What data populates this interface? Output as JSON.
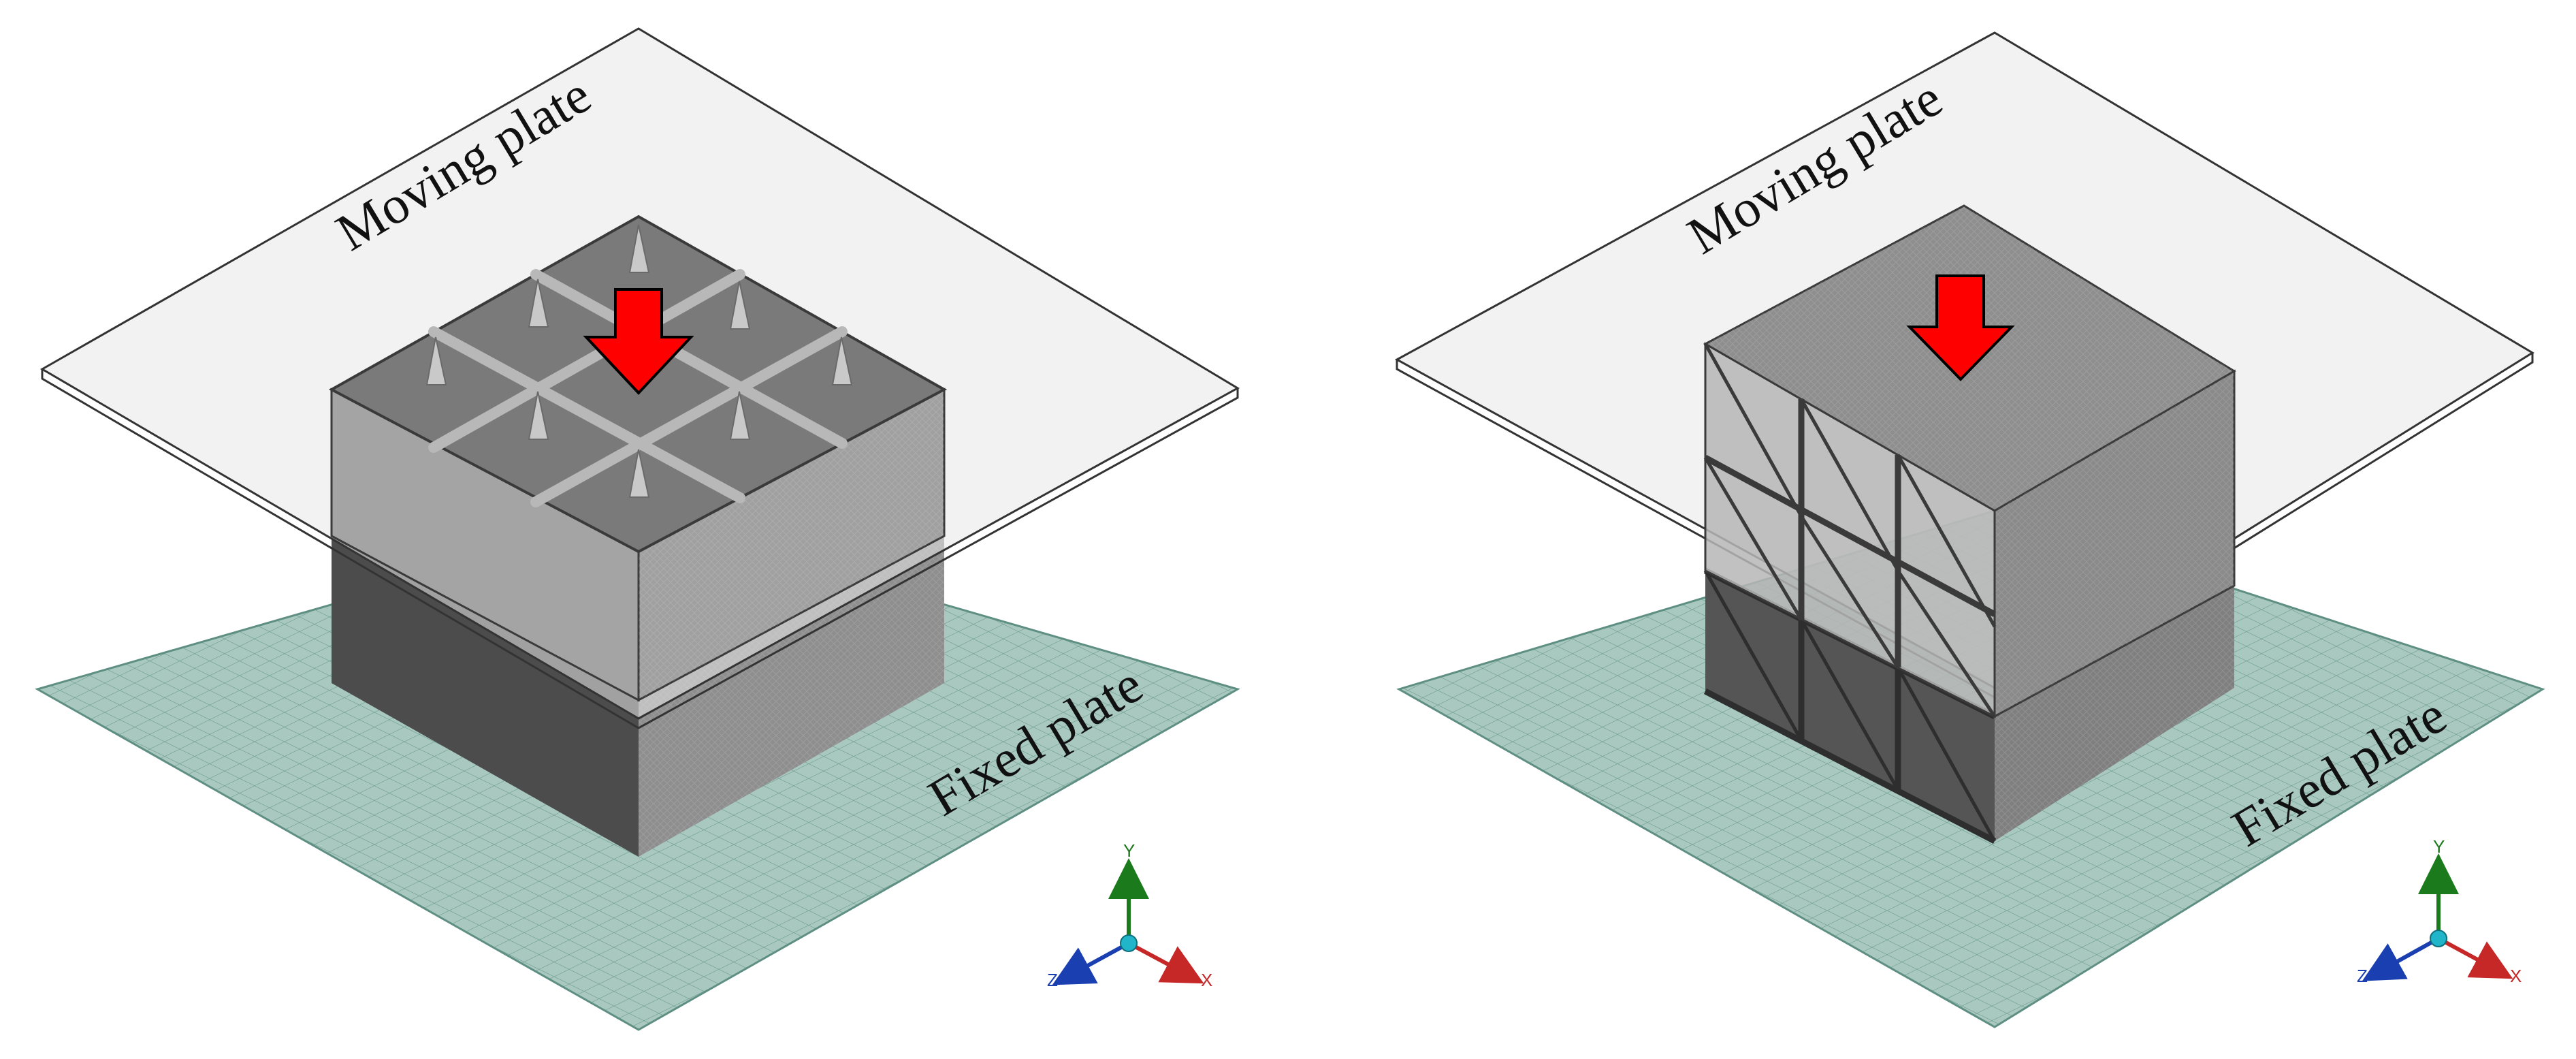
{
  "panels": [
    {
      "id": "left",
      "moving_plate_label": "Moving plate",
      "fixed_plate_label": "Fixed plate",
      "triad": {
        "x": "X",
        "y": "Y",
        "z": "Z"
      }
    },
    {
      "id": "right",
      "moving_plate_label": "Moving plate",
      "fixed_plate_label": "Fixed plate",
      "triad": {
        "x": "X",
        "y": "Y",
        "z": "Z"
      }
    }
  ],
  "colors": {
    "fixed_plate": "#a9c9c0",
    "fixed_grid": "#5f8f83",
    "moving_plate": "#e8e8e8",
    "specimen_light": "#a4a4a4",
    "specimen_mid": "#8e8e8e",
    "specimen_dark": "#4c4c4c",
    "load_arrow": "#ff0000",
    "axis_x": "#c62828",
    "axis_y": "#1b7a1b",
    "axis_z": "#1a3fb0",
    "axis_origin": "#20b5c8"
  }
}
